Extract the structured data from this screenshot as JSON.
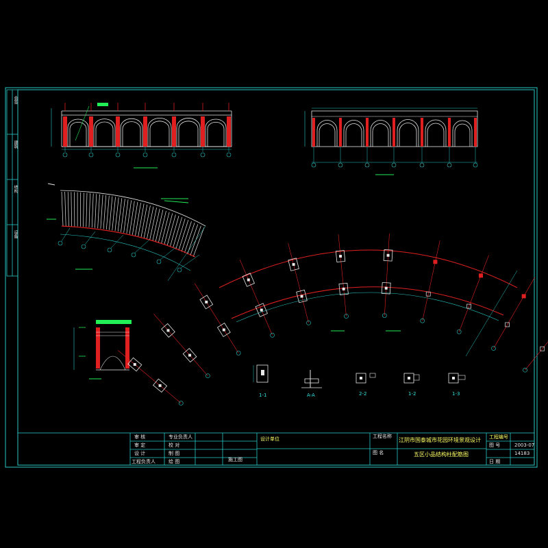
{
  "colors": {
    "background": "#000000",
    "frame": "#28c8c8",
    "line": "#e8e8e8",
    "column": "#e02020",
    "dimension": "#28c8c8",
    "accent": "#22ee55",
    "text": "#ffff66"
  },
  "title_block": {
    "project_title": "江阴市国泰城市花园环境景观设计",
    "drawing_title": "五区小品结构柱配筋图",
    "stage": "施工图",
    "left_labels": [
      "审 核",
      "专业负责人",
      "审 定",
      "校 对",
      "设 计",
      "制 图",
      "工程负责人",
      "绘 图"
    ],
    "design_unit_label": "设计单位",
    "project_label": "工程名称",
    "drawing_label": "图 名",
    "right_labels": [
      "工程编号",
      "图 号",
      "日 期"
    ],
    "code_value": "2003-07",
    "date_value": "14183"
  },
  "side_strip": {
    "labels": [
      "会签",
      "建筑",
      "结构",
      "设备"
    ]
  },
  "details": {
    "captions": [
      "1-1",
      "A-A",
      "2-2",
      "1-2",
      "1-3"
    ]
  }
}
